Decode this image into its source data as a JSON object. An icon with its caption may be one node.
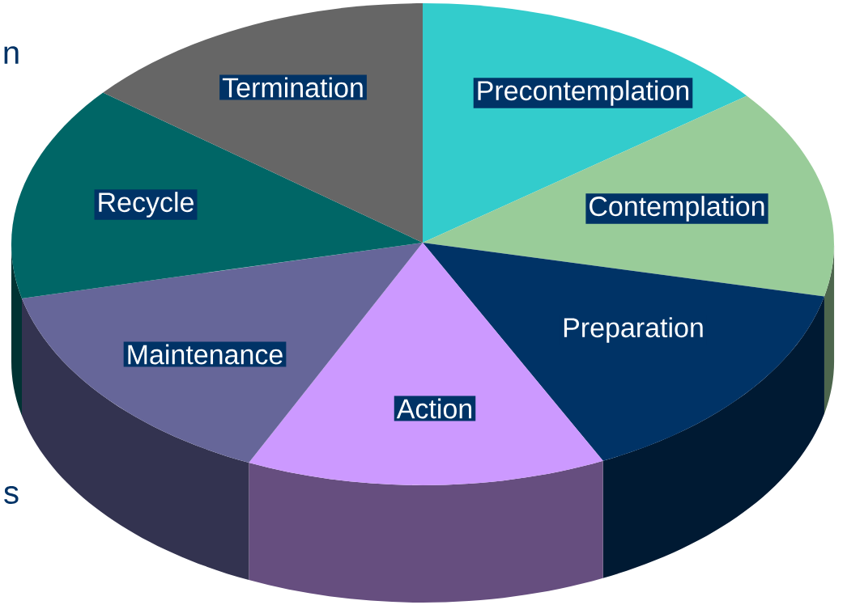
{
  "diagram": {
    "nodes": [
      {
        "text": [
          "Termination"
        ]
      },
      {
        "text": [
          "Precontemplation"
        ]
      },
      {
        "text": [
          "Recycle"
        ]
      },
      {
        "text": [
          "Contemplation"
        ]
      },
      {
        "text": [
          "Preparation"
        ]
      },
      {
        "text": [
          "Maintenance"
        ]
      },
      {
        "text": [
          "Action"
        ]
      }
    ],
    "labels": [
      "n",
      "s"
    ]
  }
}
